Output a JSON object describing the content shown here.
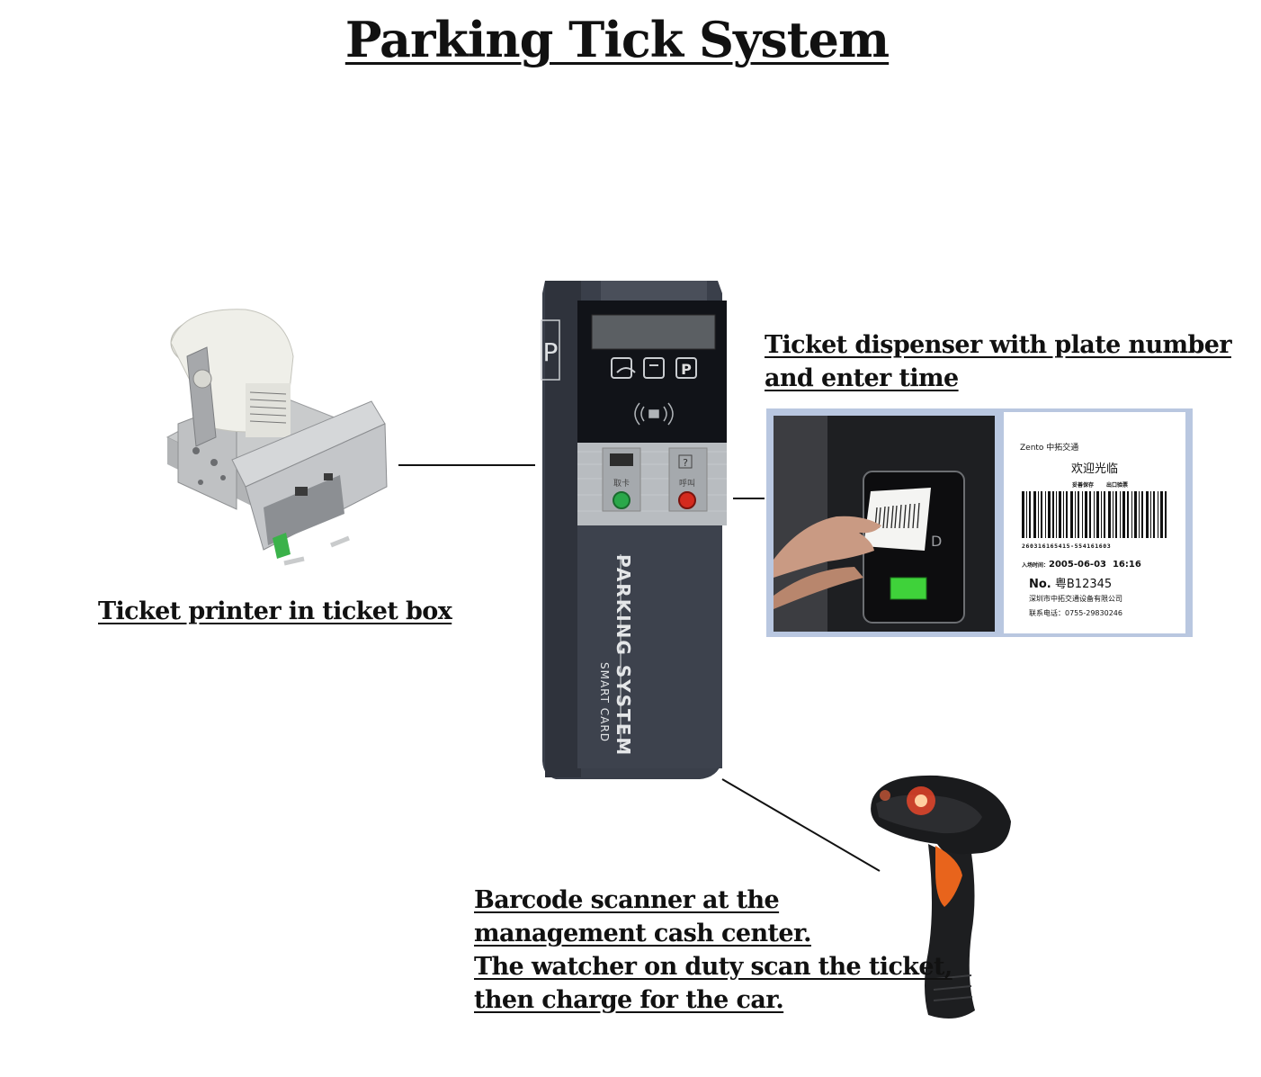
{
  "title": "Parking Tick System",
  "labels": {
    "printer": "Ticket printer in ticket box",
    "dispenser": [
      "Ticket dispenser with plate number",
      "and enter time"
    ],
    "scanner": [
      "Barcode scanner at the",
      "management cash center.",
      "The watcher on duty scan the ticket,",
      "then charge for the car."
    ]
  },
  "kiosk": {
    "side_letter": "P",
    "vertical_text": "PARKING SYSTEM",
    "vertical_subtext": "SMART CARD",
    "button_left_label": "取卡",
    "button_right_label": "呼叫",
    "button_right_symbol": "?",
    "p_icon": "P"
  },
  "ticket": {
    "brand": "Zento 中拓交通",
    "welcome": "欢迎光临",
    "sub_left": "妥善保存",
    "sub_right": "出口验票",
    "barcode_number": "260316165415-554161603",
    "time_label": "入场时间：",
    "date": "2005-06-03",
    "time": "16:16",
    "plate_prefix": "No.",
    "plate": "粤B12345",
    "company": "深圳市中拓交通设备有限公司",
    "phone": "联系电话：0755-29830246"
  },
  "hand_ticket_text": "D",
  "colors": {
    "kiosk_body": "#3a3f4a",
    "kiosk_dark": "#2a2e36",
    "button_green": "#2aa84a",
    "button_red": "#d42a1e",
    "scanner_orange": "#e8641c"
  }
}
